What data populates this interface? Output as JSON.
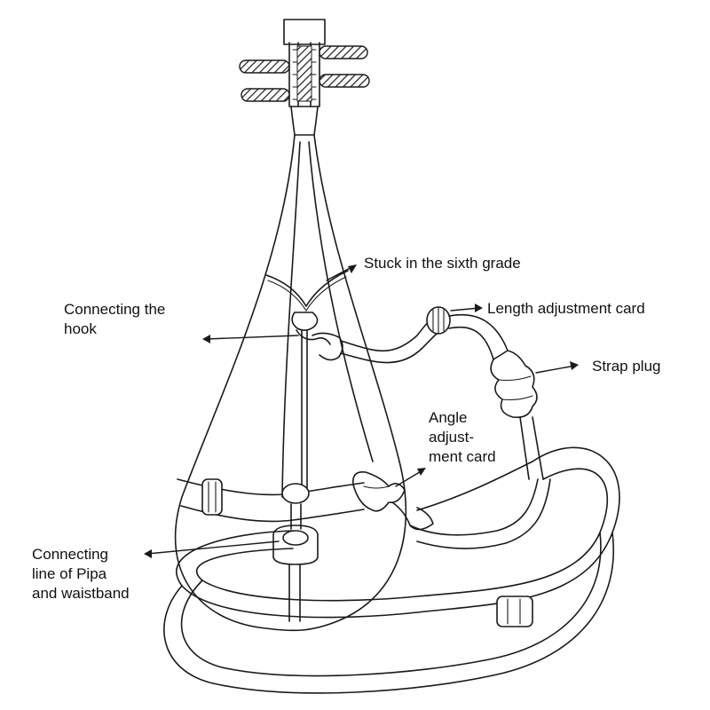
{
  "labels": {
    "sixth_grade": "Stuck in the sixth grade",
    "length_card": "Length adjustment card",
    "strap_plug": "Strap plug",
    "hook": [
      "Connecting the",
      "hook"
    ],
    "angle_card": [
      "Angle",
      "adjust-",
      "ment card"
    ],
    "connecting_line": [
      "Connecting",
      "line of Pipa",
      "and waistband"
    ]
  },
  "colors": {
    "ink": "#1a1a1a",
    "background": "#ffffff"
  }
}
